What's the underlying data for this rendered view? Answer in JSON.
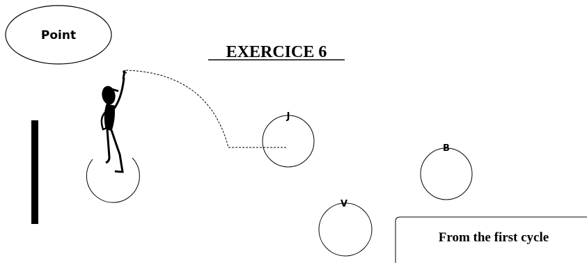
{
  "badge": {
    "label": "Point"
  },
  "title": "EXERCICE 6",
  "circles": [
    {
      "label": "J"
    },
    {
      "label": "B"
    },
    {
      "label": "V"
    }
  ],
  "note": {
    "text": "From the first cycle"
  },
  "colors": {
    "ink": "#000000",
    "background": "#ffffff"
  },
  "icons": {
    "figure": "stick-figure-pointing-icon"
  }
}
